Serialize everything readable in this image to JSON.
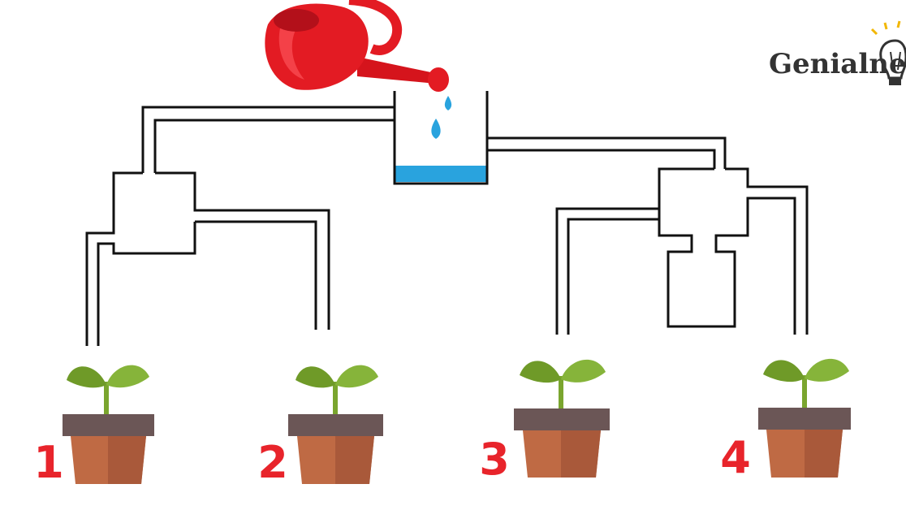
{
  "logo": {
    "text": "Genialne"
  },
  "plants": [
    {
      "number": "1"
    },
    {
      "number": "2"
    },
    {
      "number": "3"
    },
    {
      "number": "4"
    }
  ],
  "colors": {
    "number": "#e8242b",
    "water": "#29a3de",
    "can": "#e31b23",
    "pipe": "#111111",
    "leaf": "#7aa52e",
    "pot": "#bf6a44",
    "pot_rim": "#6b5656"
  }
}
